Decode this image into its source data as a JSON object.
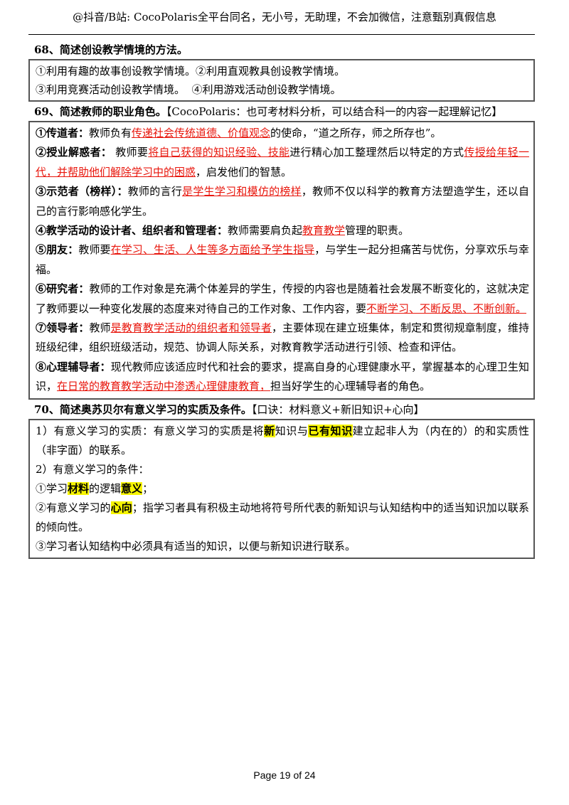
{
  "header": {
    "text": "@抖音/B站: CocoPolaris全平台同名，无小号，无助理，不会加微信，注意甄别真假信息"
  },
  "q68": {
    "title": "68、简述创设教学情境的方法。",
    "lines": [
      "①利用有趣的故事创设教学情境。②利用直观教具创设教学情境。",
      "③利用竞赛活动创设教学情境。  ④利用游戏活动创设教学情境。"
    ]
  },
  "q69": {
    "title": "69、简述教师的职业角色。",
    "note": "【CocoPolaris：也可考材料分析，可以结合科一的内容一起理解记忆】",
    "roles": [
      {
        "term": "①传道者：",
        "pre": "教师负有",
        "red": "传递社会传统道德、价值观念",
        "post": "的使命，“道之所存，师之所存也”。"
      },
      {
        "term": "②授业解惑者：",
        "pre": " 教师要",
        "red": "将自己获得的知识经验、技能",
        "mid": "进行精心加工整理然后以特定的方式",
        "red2": "传授给年轻一代，并帮助他们解除学习中的困惑",
        "post": "，启发他们的智慧。"
      },
      {
        "term": "③示范者（榜样）：",
        "pre": "教师的言行",
        "red": "是学生学习和模仿的榜样",
        "post": "，教师不仅以科学的教育方法塑造学生，还以自己的言行影响感化学生。"
      },
      {
        "term": "④教学活动的设计者、组织者和管理者：",
        "pre": "教师需要肩负起",
        "red": "教育教学",
        "post": "管理的职责。"
      },
      {
        "term": "⑤朋友：",
        "pre": "教师要",
        "red": "在学习、生活、人生等多方面给予学生指导",
        "post": "，与学生一起分担痛苦与忧伤，分享欢乐与幸福。"
      },
      {
        "term": "⑥研究者：",
        "pre": "教师的工作对象是充满个体差异的学生，传授的内容也是随着社会发展不断变化的，这就决定了教师要以一种变化发展的态度来对待自己的工作对象、工作内容，要",
        "red": "不断学习、不断反思、不断创新。",
        "post": ""
      },
      {
        "term": "⑦领导者：",
        "pre": "教师",
        "red": "是教育教学活动的组织者和领导者",
        "post": "，主要体现在建立班集体，制定和贯彻规章制度，维持班级纪律，组织班级活动，规范、协调人际关系，对教育教学活动进行引领、检查和评估。"
      },
      {
        "term": "⑧心理辅导者：",
        "pre": "现代教师应该适应时代和社会的要求，提高自身的心理健康水平，掌握基本的心理卫生知识，",
        "red": "在日常的教育教学活动中渗透心理健康教育，",
        "post": "担当好学生的心理辅导者的角色。"
      }
    ]
  },
  "q70": {
    "title": "70、简述奥苏贝尔有意义学习的实质及条件。",
    "note": "【口诀：材料意义+新旧知识+心向】",
    "l1": {
      "a": "1）有意义学习的实质：有意义学习的实质是将",
      "h1": "新",
      "b": "知识与",
      "h2": "已有知识",
      "c": "建立起非人为（内在的）的和实质性（非字面）的联系。"
    },
    "l2": "2）有意义学习的条件：",
    "l3": {
      "a": "①学习",
      "h1": "材料",
      "b": "的逻辑",
      "h2": "意义",
      "c": "；"
    },
    "l4": {
      "a": "②有意义学习的",
      "h1": "心向",
      "b": "；指学习者具有积极主动地将符号所代表的新知识与认知结构中的适当知识加以联系的倾向性。"
    },
    "l5": "③学习者认知结构中必须具有适当的知识，以便与新知识进行联系。"
  },
  "footer": {
    "page": "Page 19 of 24"
  }
}
